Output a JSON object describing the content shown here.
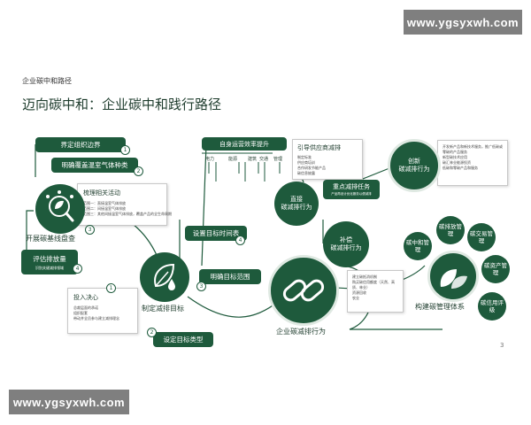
{
  "watermark": {
    "top": "www.ygsyxwh.com",
    "bottom": "www.ygsyxwh.com"
  },
  "header": {
    "kicker": "企业碳中和路径",
    "title": "迈向碳中和：企业碳中和践行路径"
  },
  "page_number": "3",
  "left": {
    "pill_boundary": "界定组织边界",
    "pill_gas": "明确覆盖温室气体种类",
    "card_title": "梳理相关活动",
    "card_lines": [
      "范围一：直接温室气体排放",
      "范围二：间接温室气体排放",
      "范围三：其他间接温室气体排放，覆盖产品的全生命周期"
    ],
    "circle_label": "开展碳基线盘查",
    "pill_eval": "评估排放量",
    "pill_eval_sub": "识别关键减排领域",
    "nums": [
      "1",
      "2",
      "3",
      "4"
    ]
  },
  "mid_left": {
    "card_title": "投入决心",
    "card_lines": [
      "总裁层面的承诺",
      "组织配套",
      "带动并全员参与建立减排理念"
    ],
    "pill_timeline": "设置目标时间表",
    "pill_scope": "明确目标范围",
    "pill_type": "设定目标类型",
    "circle_label": "制定减排目标",
    "nums": [
      "1",
      "2",
      "3",
      "4"
    ]
  },
  "ops": {
    "header": "自身运营效率提升",
    "columns": [
      "电力",
      "能源",
      "建筑",
      "交通",
      "管理"
    ]
  },
  "direct": {
    "circle_label": "直接\n碳减排行为",
    "suppliers_title": "引导供应商减排",
    "suppliers_lines": [
      "制定标准",
      "供应商培训",
      "合作研发节能产品",
      "碳信息披露"
    ],
    "key_task_title": "重点减排任务",
    "key_task_sub": "产品再设计优化服务以便减排"
  },
  "innov": {
    "circle_label": "创新\n碳减排行为",
    "card_lines": [
      "开发新产品和新技术服务，推广低碳或零碳的产品服务",
      "新型碳技术应用",
      "碳汇林业能源投资",
      "低碳和零碳产品和服务"
    ]
  },
  "comp": {
    "circle_label": "补偿\n碳减排行为",
    "card_lines": [
      "建立碳抵消机制",
      "购买碳信用额度（天然、高质、林业）",
      "资源回收",
      "农业"
    ]
  },
  "center": {
    "circle_label": "企业碳减排行为"
  },
  "right": {
    "circle_label": "构建碳管理体系",
    "items": [
      "碳中和管理",
      "碳排放管理",
      "碳交易管理",
      "碳资产管理",
      "碳信用评级"
    ]
  }
}
